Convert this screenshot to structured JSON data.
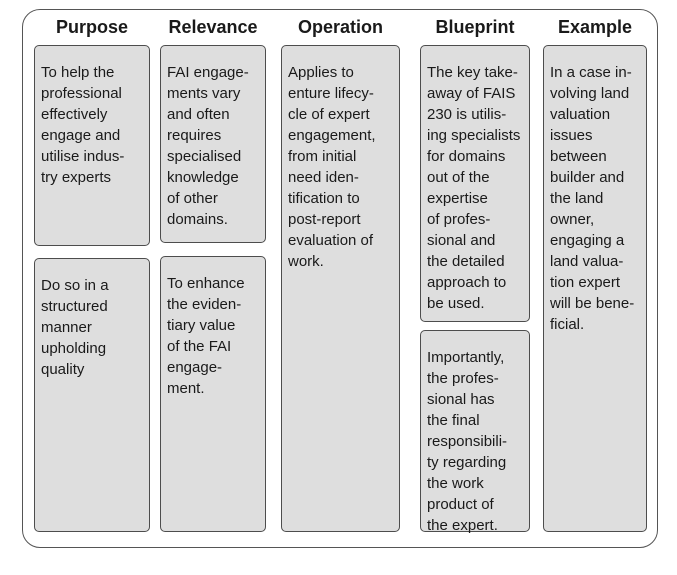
{
  "columns": [
    {
      "title": "Purpose",
      "boxes": [
        "To help the\nprofessional\neffectively\nengage and\nutilise indus-\ntry experts",
        "Do so in a\nstructured\nmanner\nupholding\nquality"
      ]
    },
    {
      "title": "Relevance",
      "boxes": [
        "FAI engage-\nments vary\nand often\nrequires\nspecialised\nknowledge\nof other\ndomains.",
        "To enhance\nthe eviden-\ntiary value\nof the FAI\nengage-\nment."
      ]
    },
    {
      "title": "Operation",
      "boxes": [
        "Applies to\nenture lifecy-\ncle of expert\nengagement,\nfrom initial\nneed iden-\ntification to\npost-report\nevaluation of\nwork."
      ]
    },
    {
      "title": "Blueprint",
      "boxes": [
        "The key take-\naway of FAIS\n230 is utilis-\ning specialists\nfor domains\nout of the\nexpertise\nof profes-\nsional and\nthe detailed\napproach to\nbe used.",
        "Importantly,\nthe profes-\nsional has\nthe final\nresponsibili-\nty regarding\nthe work\nproduct of\nthe expert."
      ]
    },
    {
      "title": "Example",
      "boxes": [
        "In a case in-\nvolving land\nvaluation\nissues\nbetween\nbuilder and\nthe land\nowner,\nengaging a\nland valua-\ntion expert\nwill be bene-\nficial."
      ]
    }
  ]
}
